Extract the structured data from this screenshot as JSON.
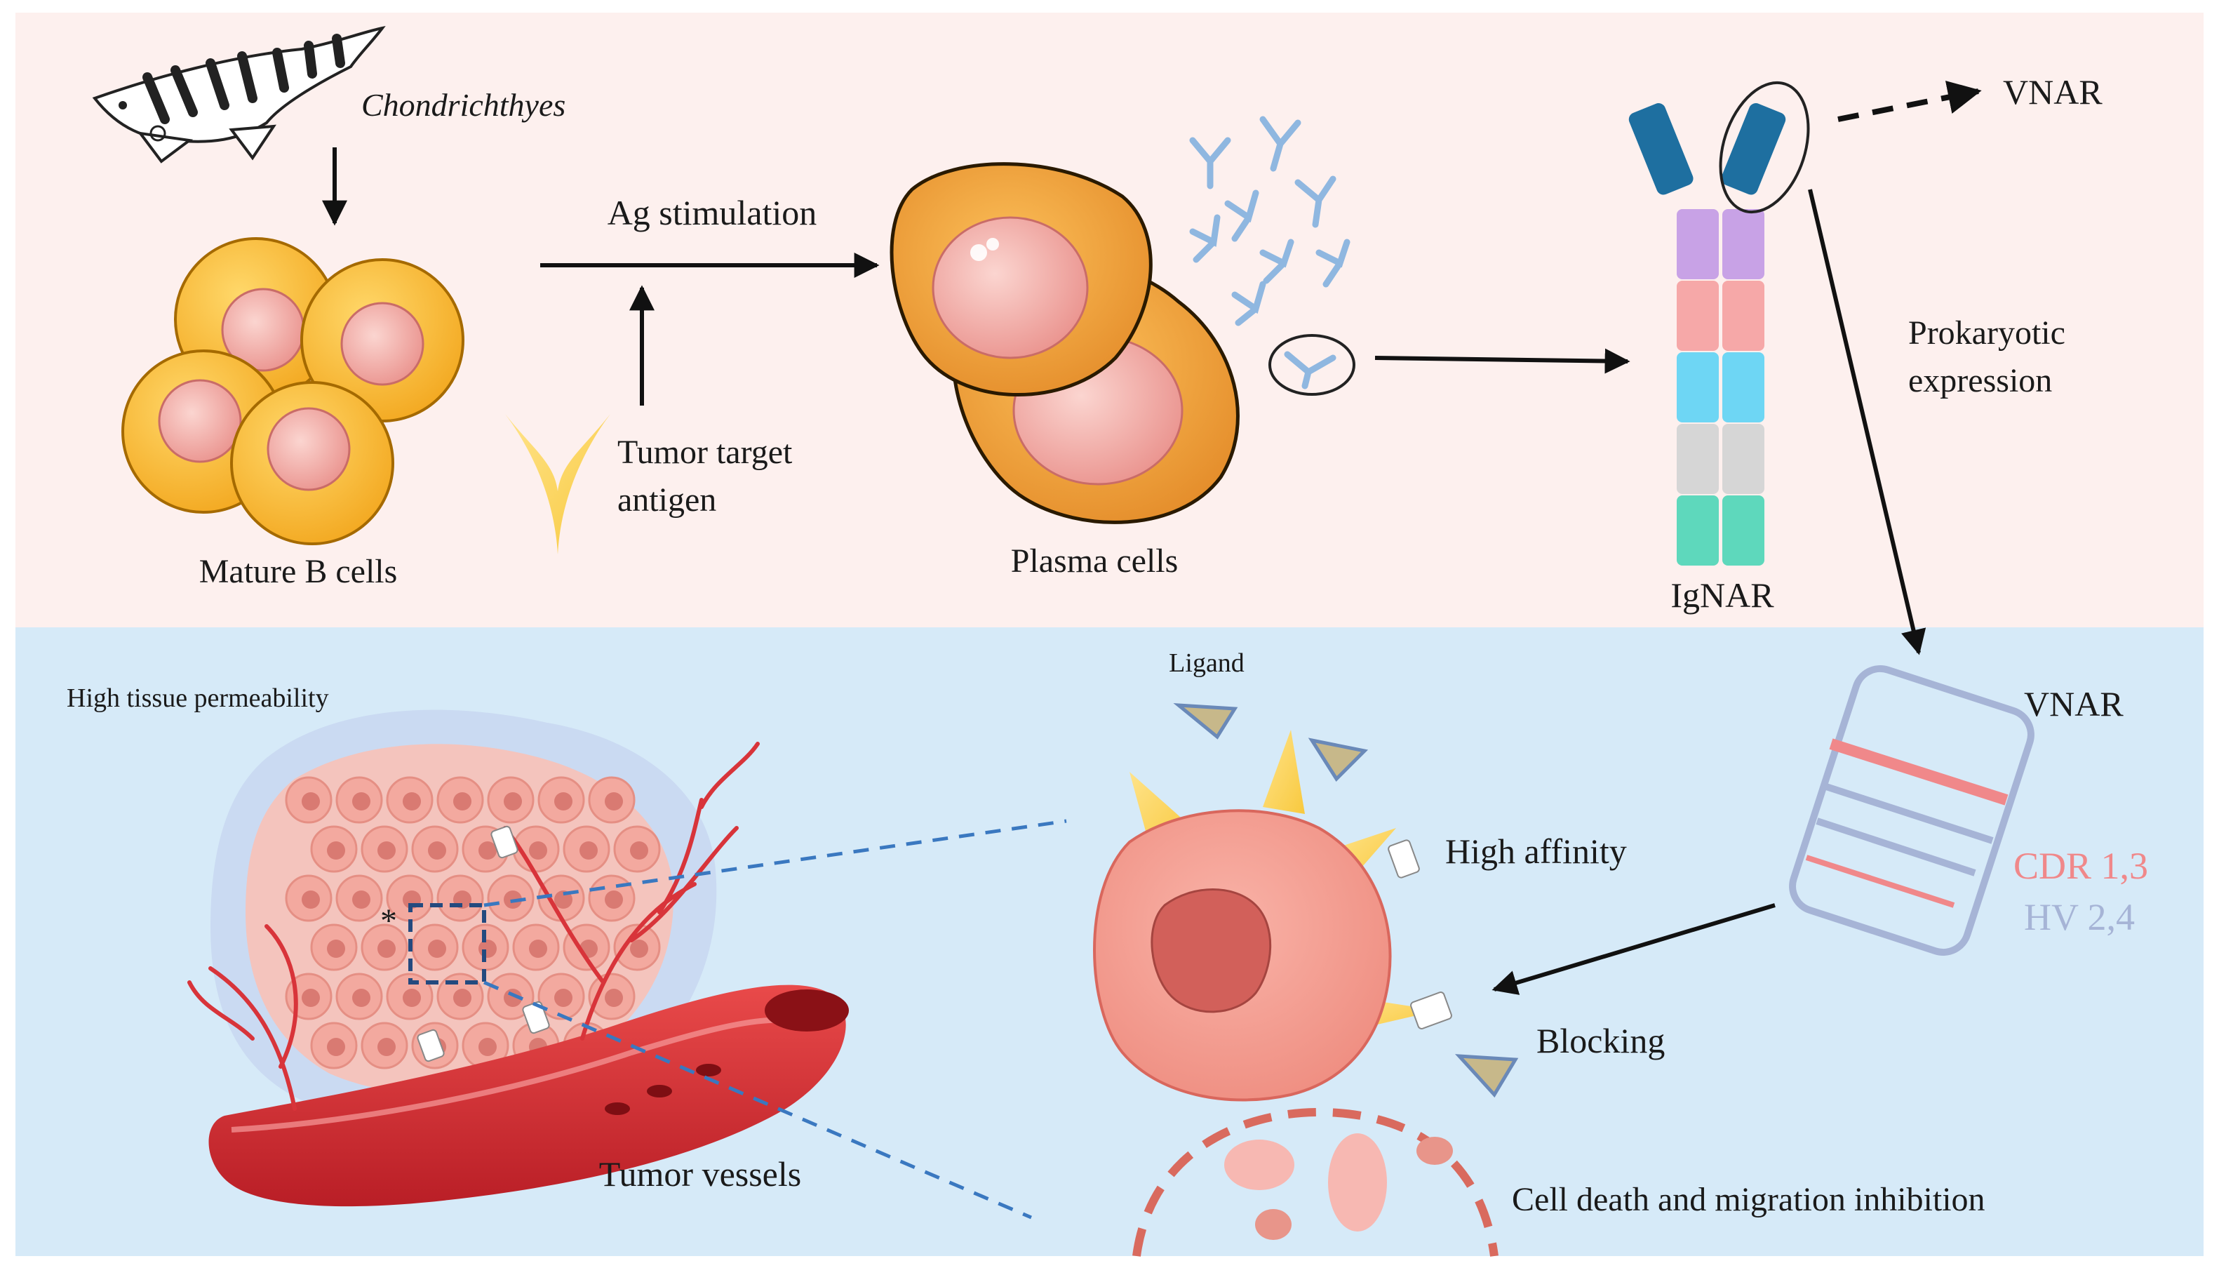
{
  "top_panel": {
    "organism_label": "Chondrichthyes",
    "mature_b_cells_label": "Mature B cells",
    "ag_stimulation_label": "Ag stimulation",
    "tumor_target_antigen_label_line1": "Tumor target",
    "tumor_target_antigen_label_line2": "antigen",
    "plasma_cells_label": "Plasma cells",
    "ignar_label": "IgNAR",
    "vnar_label": "VNAR",
    "prokaryotic_expression_line1": "Prokaryotic",
    "prokaryotic_expression_line2": "expression"
  },
  "bottom_panel": {
    "high_tissue_permeability_label": "High tissue permeability",
    "tumor_vessels_label": "Tumor vessels",
    "ligand_label": "Ligand",
    "high_affinity_label": "High affinity",
    "blocking_label": "Blocking",
    "cell_death_label": "Cell death and migration inhibition",
    "vnar_domain_label": "VNAR",
    "cdr_label": "CDR 1,3",
    "hv_label": "HV 2,4",
    "asterisk": "*"
  },
  "colors": {
    "top_background": "#fdf0ee",
    "bottom_background": "#d6eaf8",
    "cdr": "#f0888a",
    "hv": "#a6b4d6",
    "antibody_blue": "#8fb7e0",
    "vnar_domain_blue": "#1e6fa0",
    "ignar_purple": "#c8a2e6",
    "ignar_pink": "#f6a8a8",
    "ignar_cyan": "#6ed6f4",
    "ignar_gray": "#d6d6d6",
    "ignar_teal": "#5ed8bc"
  }
}
